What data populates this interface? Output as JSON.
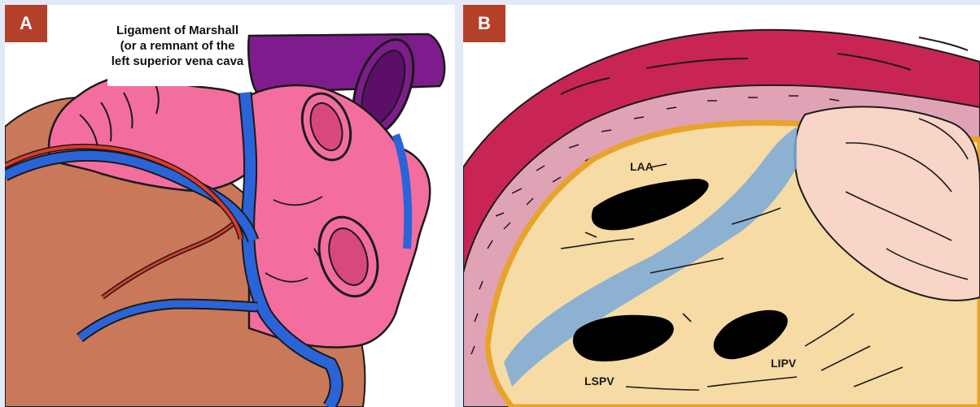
{
  "panel_a": {
    "badge": "A",
    "callout": "Ligament of Marshall (or a remnant of the left superior vena cava"
  },
  "panel_b": {
    "badge": "B",
    "labels": {
      "laa": "LAA",
      "lspv": "LSPV",
      "lipv": "LIPV"
    }
  },
  "colors": {
    "badge": "#b5402a",
    "page_background": "#e3e9f7",
    "ventricle": "#c9795a",
    "atrium": "#f36e9e",
    "vena_cava": "#7e1c8d",
    "vein": "#2a64d8",
    "artery": "#e0392b",
    "pericardium": "#c82555",
    "endocardium": "#f7dba5",
    "ligament_overlay": "#7aa9d8"
  }
}
